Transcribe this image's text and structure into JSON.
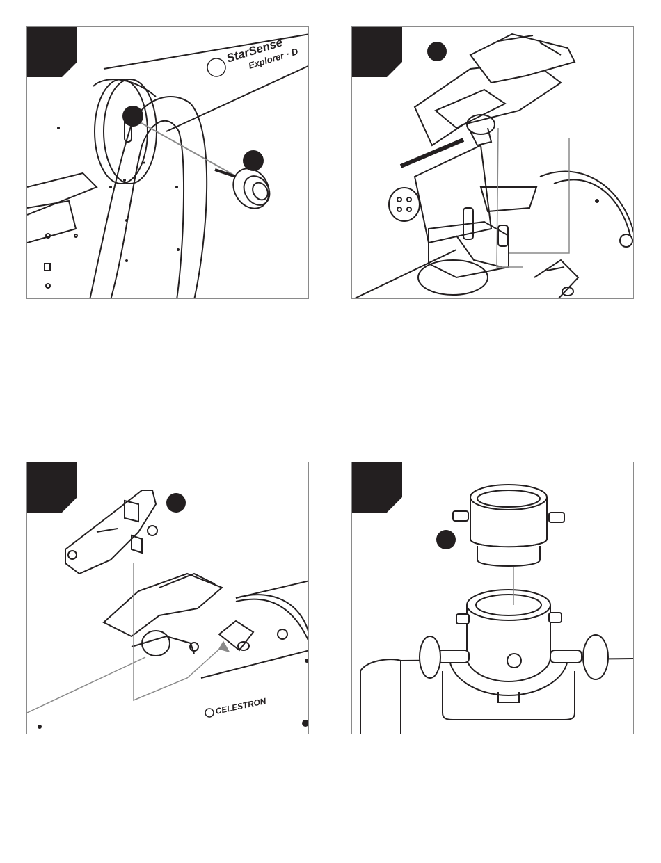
{
  "panels": [
    {
      "id": "step-1",
      "brand": {
        "line1": "StarSense",
        "line2": "Explorer · D"
      },
      "callouts": 2
    },
    {
      "id": "step-2",
      "callouts": 1
    },
    {
      "id": "step-3",
      "brand": {
        "line1": "CELESTRON"
      },
      "callouts": 1
    },
    {
      "id": "step-4",
      "callouts": 1
    }
  ],
  "colors": {
    "tab": "#231f20",
    "callout": "#231f20",
    "line": "#231f20",
    "leader": "#8a8a8a"
  },
  "icons": [
    "step-tab",
    "callout-dot",
    "thumbscrew",
    "smartphone-dock",
    "finder-bracket",
    "eyepiece-adapter"
  ]
}
